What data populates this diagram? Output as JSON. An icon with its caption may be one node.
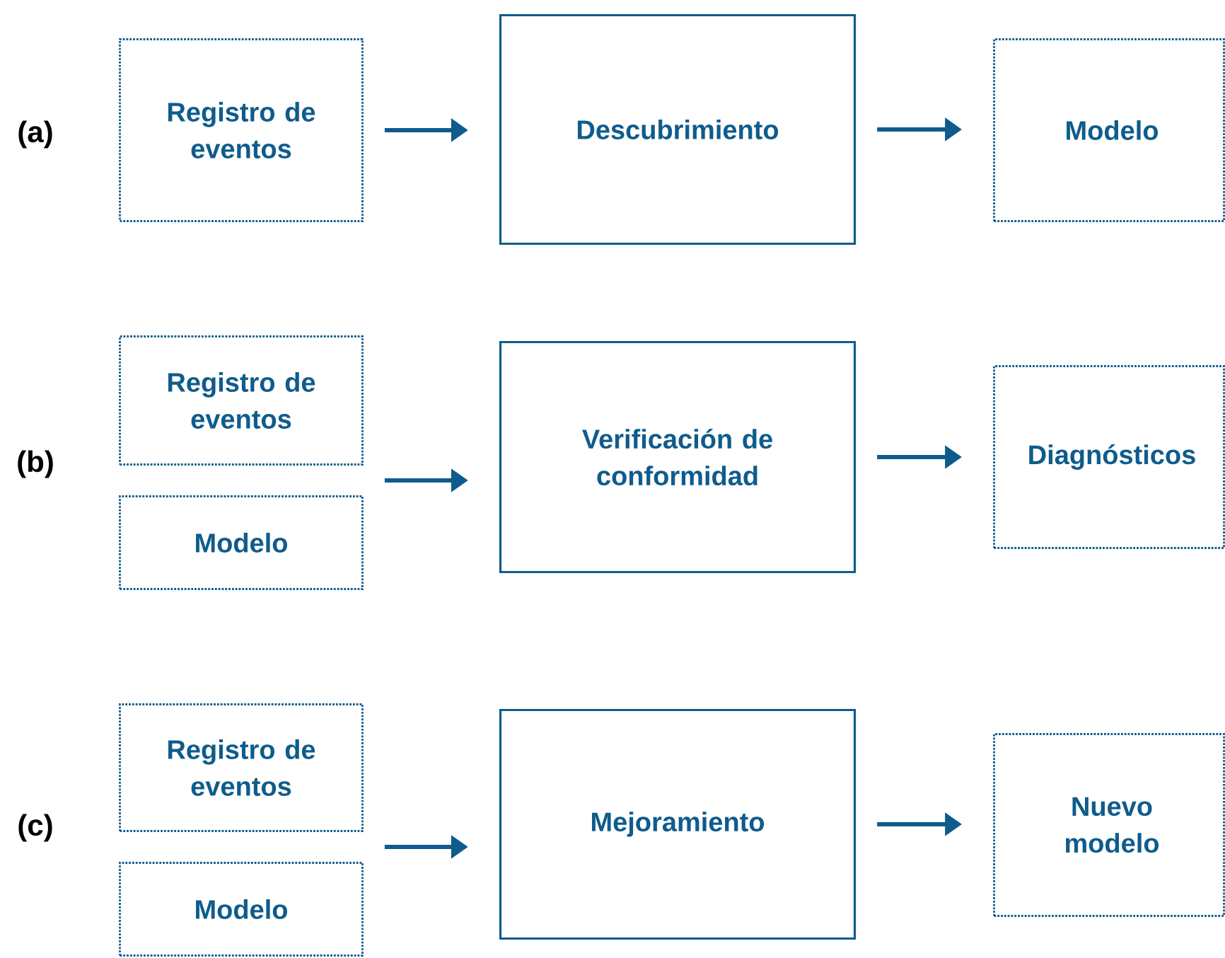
{
  "diagram": {
    "nodes": [
      {
        "text": [
          "Registro de eventos"
        ]
      },
      {
        "text": [
          "Descubrimiento"
        ]
      },
      {
        "text": [
          "Modelo"
        ]
      },
      {
        "text": [
          "Registro de eventos"
        ]
      },
      {
        "text": [
          "Modelo"
        ]
      },
      {
        "text": [
          "Verificación de conformidad"
        ]
      },
      {
        "text": [
          "Diagnósticos"
        ]
      },
      {
        "text": [
          "Registro de eventos"
        ]
      },
      {
        "text": [
          "Modelo"
        ]
      },
      {
        "text": [
          "Mejoramiento"
        ]
      },
      {
        "text": [
          "Nuevo modelo"
        ]
      }
    ],
    "edges": [
      {
        "from": 0,
        "to": 1,
        "arrow": "to"
      },
      {
        "from": 1,
        "to": 2,
        "arrow": "to"
      },
      {
        "from": 3,
        "to": 5,
        "arrow": "to"
      },
      {
        "from": 4,
        "to": 5,
        "arrow": "to"
      },
      {
        "from": 5,
        "to": 6,
        "arrow": "to"
      },
      {
        "from": 7,
        "to": 9,
        "arrow": "to"
      },
      {
        "from": 8,
        "to": 9,
        "arrow": "to"
      },
      {
        "from": 9,
        "to": 10,
        "arrow": "to"
      }
    ],
    "labels": [
      "(a)",
      "(b)",
      "(c)"
    ]
  }
}
